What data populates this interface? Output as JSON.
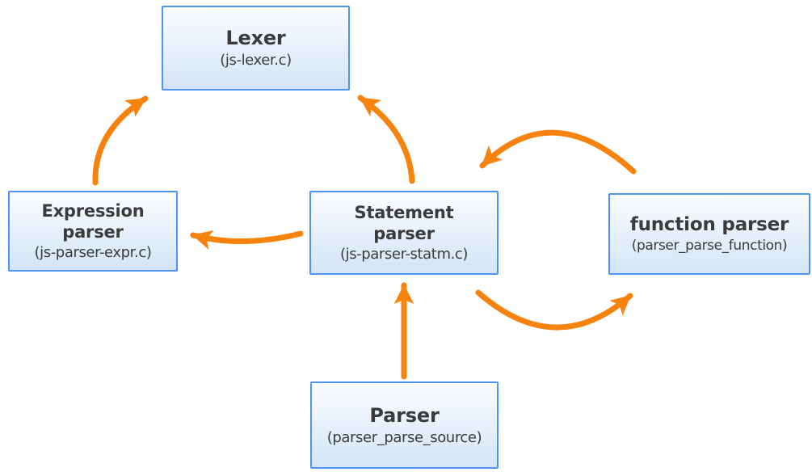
{
  "diagram": {
    "description": "JavaScript parser architecture diagram",
    "nodes": {
      "lexer": {
        "title": "Lexer",
        "subtitle": "(js-lexer.c)"
      },
      "expression_parser": {
        "title": "Expression\nparser",
        "subtitle": "(js-parser-expr.c)"
      },
      "statement_parser": {
        "title": "Statement\nparser",
        "subtitle": "(js-parser-statm.c)"
      },
      "function_parser": {
        "title": "function parser",
        "subtitle": "(parser_parse_function)"
      },
      "parser": {
        "title": "Parser",
        "subtitle": "(parser_parse_source)"
      }
    },
    "edges": [
      {
        "from": "expression_parser",
        "to": "lexer"
      },
      {
        "from": "statement_parser",
        "to": "lexer"
      },
      {
        "from": "statement_parser",
        "to": "expression_parser"
      },
      {
        "from": "function_parser",
        "to": "statement_parser"
      },
      {
        "from": "statement_parser",
        "to": "function_parser"
      },
      {
        "from": "parser",
        "to": "statement_parser"
      }
    ],
    "colors": {
      "arrow": "#F7820D",
      "node_border": "#4D94EF",
      "node_fill_top": "#FBFDFF",
      "node_fill_bottom": "#D3E4F6",
      "text": "#3B3B3B",
      "background": "#FFFFFF"
    }
  }
}
